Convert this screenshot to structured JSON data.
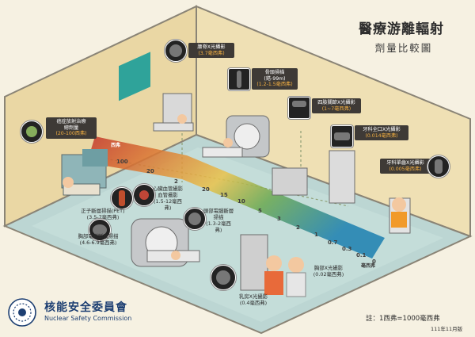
{
  "header": {
    "title": "醫療游離輻射",
    "subtitle": "劑量比較圖"
  },
  "scale_ticks": [
    "100",
    "20",
    "2",
    "20",
    "15",
    "10",
    "5",
    "3",
    "2",
    "1",
    "0.7",
    "0.3",
    "0.1",
    "0"
  ],
  "scale_units": [
    "西弗",
    "毫西弗"
  ],
  "procedures": [
    {
      "id": "cancer",
      "name": "癌症放射治療",
      "name2": "總劑量",
      "dose": "(20-100西弗)"
    },
    {
      "id": "chest_ct_bone",
      "name": "腰脊X光攝影",
      "dose": "(3.7毫西弗)"
    },
    {
      "id": "bone_scan",
      "name": "骨頭掃描",
      "name2": "(鎝-99m)",
      "dose": "(1.2-1.5毫西弗)"
    },
    {
      "id": "limb",
      "name": "四肢關節X光攝影",
      "dose": "(1~7毫西弗)"
    },
    {
      "id": "dental_pano",
      "name": "牙科全口X光攝影",
      "dose": "(0.014毫西弗)"
    },
    {
      "id": "dental_single",
      "name": "牙科單齒X光攝影",
      "dose": "(0.005毫西弗)"
    },
    {
      "id": "heart",
      "name": "心臟血管攝影",
      "name2": "血管攝影",
      "dose": "(1.5-12毫西弗)"
    },
    {
      "id": "pet",
      "name": "正子斷層掃描(PET)",
      "dose": "(3.5-7毫西弗)"
    },
    {
      "id": "chest_ct",
      "name": "胸部電腦斷層掃描",
      "dose": "(4.6-6.9毫西弗)"
    },
    {
      "id": "head_ct",
      "name": "頭部電腦斷層掃描",
      "dose": "(1.3-2毫西弗)"
    },
    {
      "id": "mammo",
      "name": "乳房X光攝影",
      "dose": "(0.4毫西弗)"
    },
    {
      "id": "chest_xray",
      "name": "胸部X光攝影",
      "dose": "(0.02毫西弗)"
    }
  ],
  "org": {
    "name_cn": "核能安全委員會",
    "name_en": "Nuclear Safety Commission"
  },
  "footnote": "註：1西弗=1000毫西弗",
  "edition": "111年11月版",
  "colors": {
    "wall": "#ead7a4",
    "floor": "#bcd6d3",
    "trim": "#8a8476",
    "label_bg": "#3e3a36",
    "dose_accent": "#f4b042",
    "org_blue": "#1d3f72"
  }
}
